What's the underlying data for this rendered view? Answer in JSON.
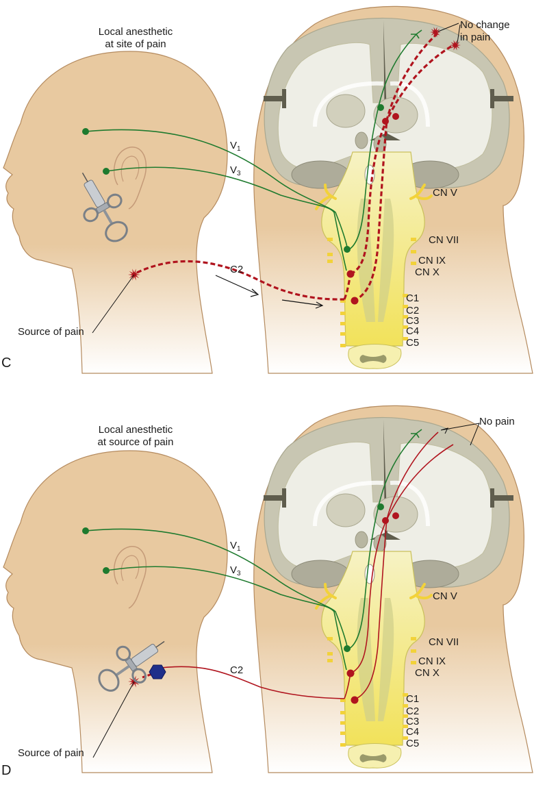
{
  "colors": {
    "skin": "#e8c9a0",
    "skin_outline": "#b48a5e",
    "brain_gray": "#c8c6b2",
    "brain_white": "#eeeee6",
    "brainstem_yellow": "#f4ee9c",
    "nerve_yellow": "#f2d23a",
    "green_nerve": "#1e7a2e",
    "red_pain": "#b0141e",
    "anesthetic_block": "#1f2f8a"
  },
  "panels": [
    {
      "id": "C",
      "letter": "C",
      "injection_label_line1": "Local anesthetic",
      "injection_label_line2": "at site of pain",
      "cortex_label_line1": "No change",
      "cortex_label_line2": "in pain",
      "source_label": "Source of pain",
      "nerve_labels": {
        "v1": "V",
        "v1_sub": "1",
        "v3": "V",
        "v3_sub": "3",
        "c2": "C2"
      },
      "pain_pathway": "dashed"
    },
    {
      "id": "D",
      "letter": "D",
      "injection_label_line1": "Local anesthetic",
      "injection_label_line2": "at source of pain",
      "cortex_label_line1": "No pain",
      "cortex_label_line2": "",
      "source_label": "Source of pain",
      "nerve_labels": {
        "v1": "V",
        "v1_sub": "1",
        "v3": "V",
        "v3_sub": "3",
        "c2": "C2"
      },
      "pain_pathway": "solid"
    }
  ],
  "cranial_nerves": [
    "CN V",
    "CN VII",
    "CN IX",
    "CN X"
  ],
  "cervical_roots": [
    "C1",
    "C2",
    "C3",
    "C4",
    "C5"
  ]
}
